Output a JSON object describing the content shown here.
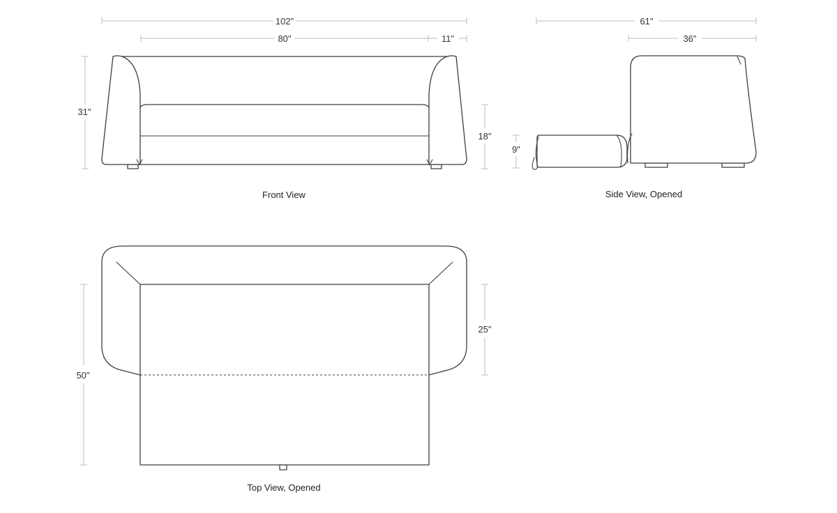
{
  "views": {
    "front": {
      "caption": "Front View",
      "dims": {
        "overall_width": "102\"",
        "seat_width": "80\"",
        "arm_width": "11\"",
        "height": "31\"",
        "seat_height": "18\""
      }
    },
    "side": {
      "caption": "Side View, Opened",
      "dims": {
        "opened_depth": "61\"",
        "body_depth": "36\"",
        "mattress_height": "9\""
      }
    },
    "top": {
      "caption": "Top View, Opened",
      "dims": {
        "opened_length": "50\"",
        "seat_depth": "25\""
      }
    }
  }
}
